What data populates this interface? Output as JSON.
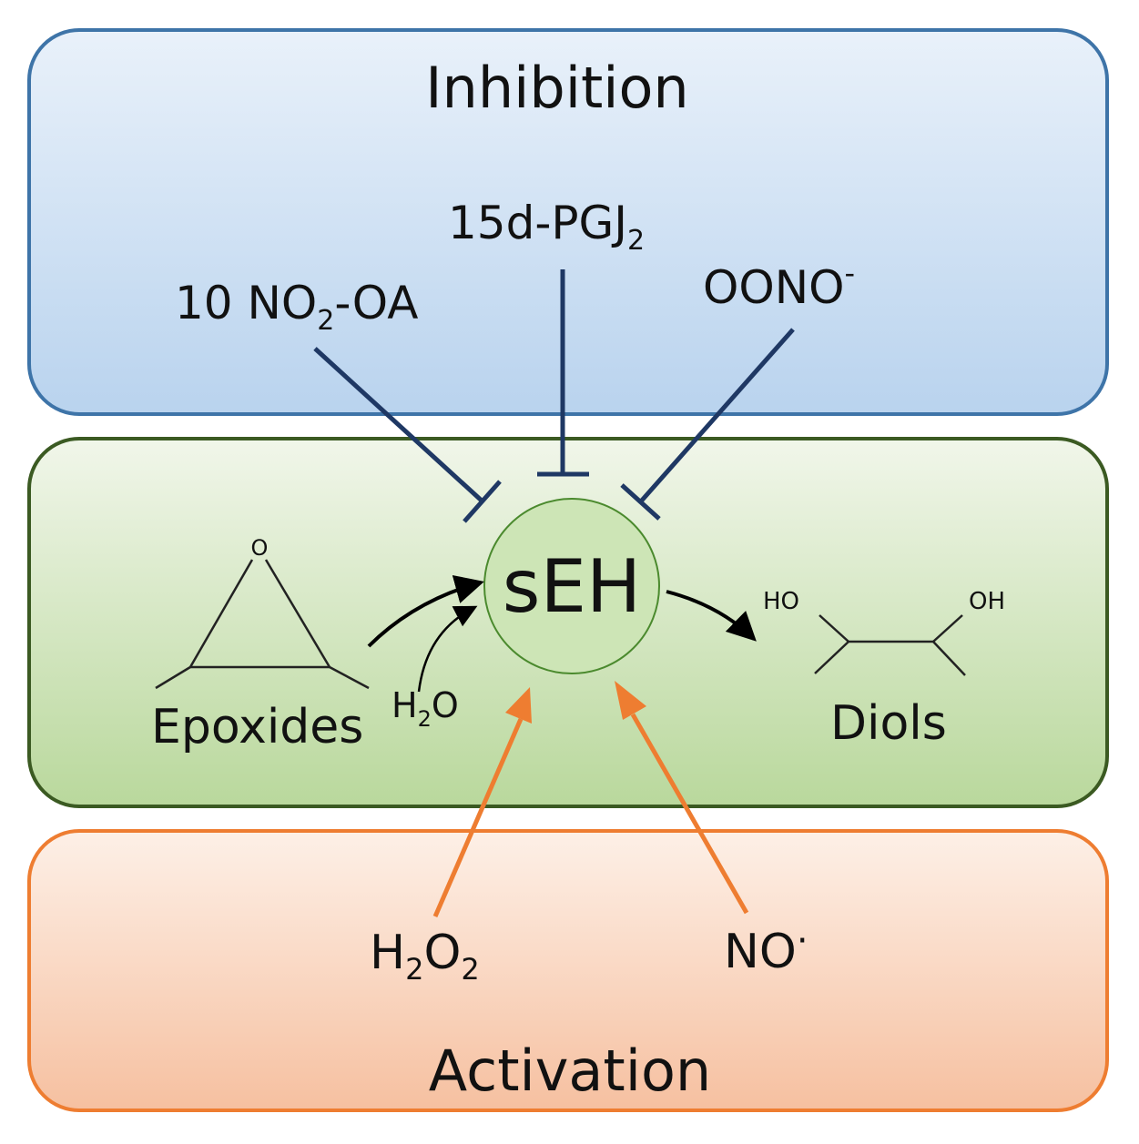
{
  "panels": {
    "inhibition": {
      "title": "Inhibition",
      "fill_top": "#e9f1fa",
      "fill_bottom": "#b9d3ee",
      "stroke": "#3e74a8"
    },
    "center": {
      "fill_top": "#f1f6ea",
      "fill_bottom": "#b9d89c",
      "stroke": "#3b5a22"
    },
    "activation": {
      "title": "Activation",
      "fill_top": "#fdf0e7",
      "fill_bottom": "#f6c0a0",
      "stroke": "#ee7d31"
    }
  },
  "enzyme": {
    "label": "sEH",
    "fill": "#cde5b6",
    "stroke": "#4b8a2e"
  },
  "inhibitors": [
    {
      "base": "10 NO",
      "sub": "2",
      "rest": "-OA"
    },
    {
      "base": "15d-PGJ",
      "sub": "2",
      "rest": ""
    },
    {
      "base": "OONO",
      "sup": "-"
    }
  ],
  "activators": [
    {
      "b1": "H",
      "s1": "2",
      "b2": "O",
      "s2": "2"
    },
    {
      "base": "NO",
      "dot": "·"
    }
  ],
  "substrate": {
    "label": "Epoxides",
    "atom_o": "O"
  },
  "water": {
    "b1": "H",
    "s1": "2",
    "b2": "O"
  },
  "product": {
    "label": "Diols",
    "oh_left": "HO",
    "oh_right": "OH"
  },
  "colors": {
    "inhibit_line": "#1f3864",
    "activate_arrow": "#ee7d31",
    "reaction_arrow": "#000000",
    "text": "#111111"
  }
}
